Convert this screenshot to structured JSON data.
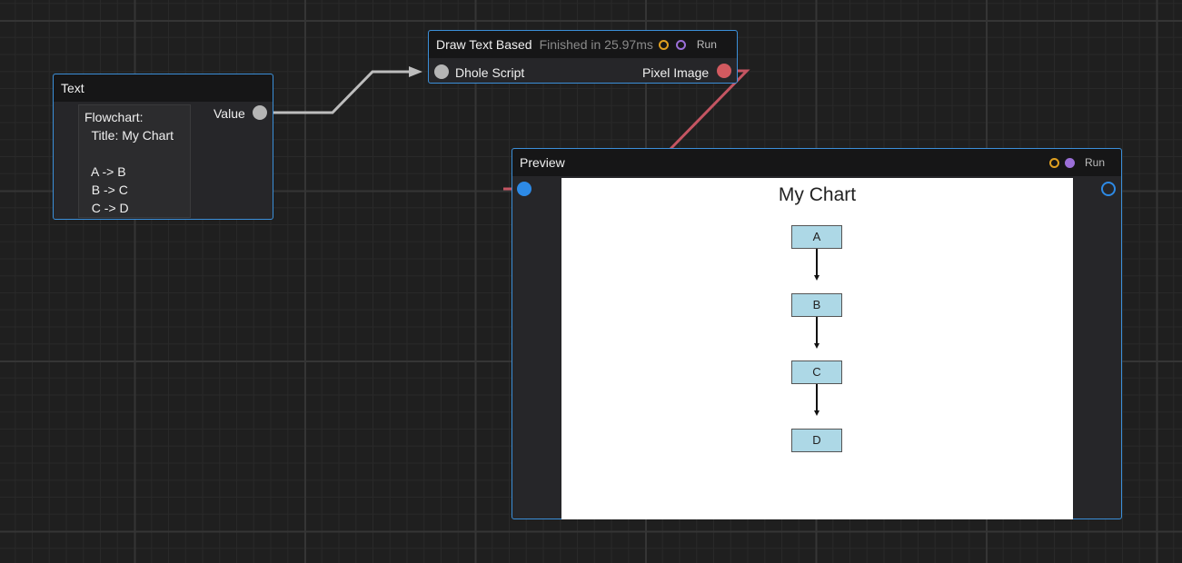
{
  "text_node": {
    "title": "Text",
    "output_label": "Value",
    "content_lines": [
      "Flowchart:",
      "  Title: My Chart",
      "",
      "  A -> B",
      "  B -> C",
      "  C -> D"
    ]
  },
  "draw_node": {
    "title": "Draw Text Based",
    "status": "Finished in 25.97ms",
    "run_label": "Run",
    "input_label": "Dhole Script",
    "output_label": "Pixel Image"
  },
  "preview_node": {
    "title": "Preview",
    "run_label": "Run",
    "chart_title": "My Chart",
    "boxes": [
      "A",
      "B",
      "C",
      "D"
    ]
  },
  "colors": {
    "node_border": "#3b8fd9",
    "status_orange": "#e0a020",
    "status_purple": "#9b6fd8",
    "port_gray": "#b5b5b5",
    "port_red": "#d25a60",
    "port_blue": "#2d8ae6",
    "box_fill": "#add8e6",
    "wire_gray": "#bdbdbd",
    "wire_red": "#c45562"
  },
  "icons": {
    "status_ring": "circle-outline-icon",
    "status_dot": "circle-filled-icon",
    "port": "port-circle-icon"
  }
}
